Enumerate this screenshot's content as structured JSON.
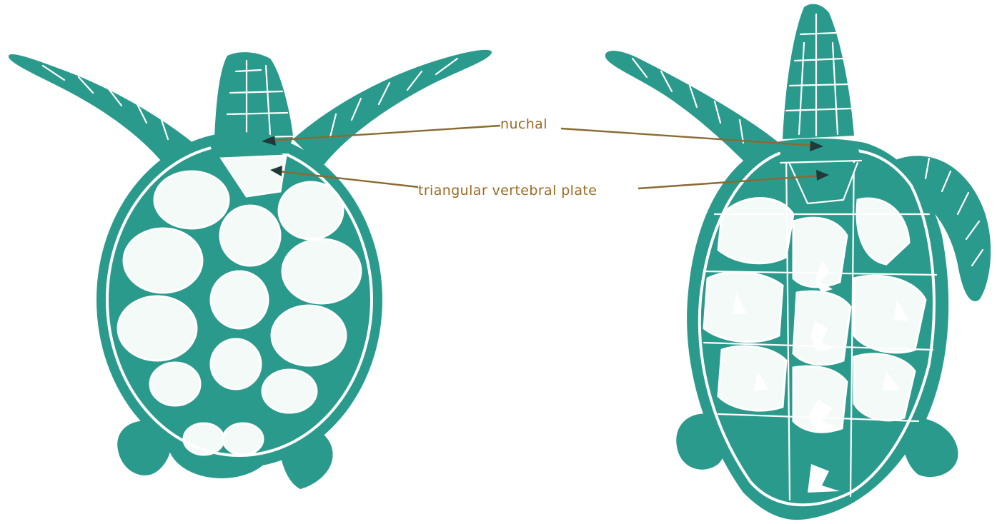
{
  "labels": {
    "nuchal": "nuchal",
    "triangular_vertebral_plate": "triangular vertebral plate"
  },
  "colors": {
    "turtle": "#2a9a8c",
    "label_text": "#9a6a22",
    "leader_line": "#8a6a30",
    "arrowhead": "#1f3a38",
    "background": "#ffffff"
  },
  "figures": [
    {
      "name": "hatchling-turtle-dorsal-view",
      "description_hidden": true
    },
    {
      "name": "juvenile-turtle-dorsal-view",
      "description_hidden": true
    }
  ]
}
